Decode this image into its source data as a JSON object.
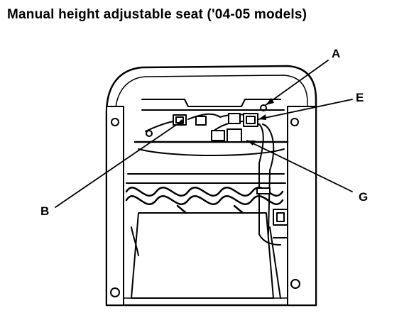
{
  "title": "Manual height adjustable seat ('04-05 models)",
  "callouts": {
    "a": "A",
    "b": "B",
    "e": "E",
    "g": "G"
  },
  "colors": {
    "ink": "#000000",
    "paper": "#ffffff"
  }
}
